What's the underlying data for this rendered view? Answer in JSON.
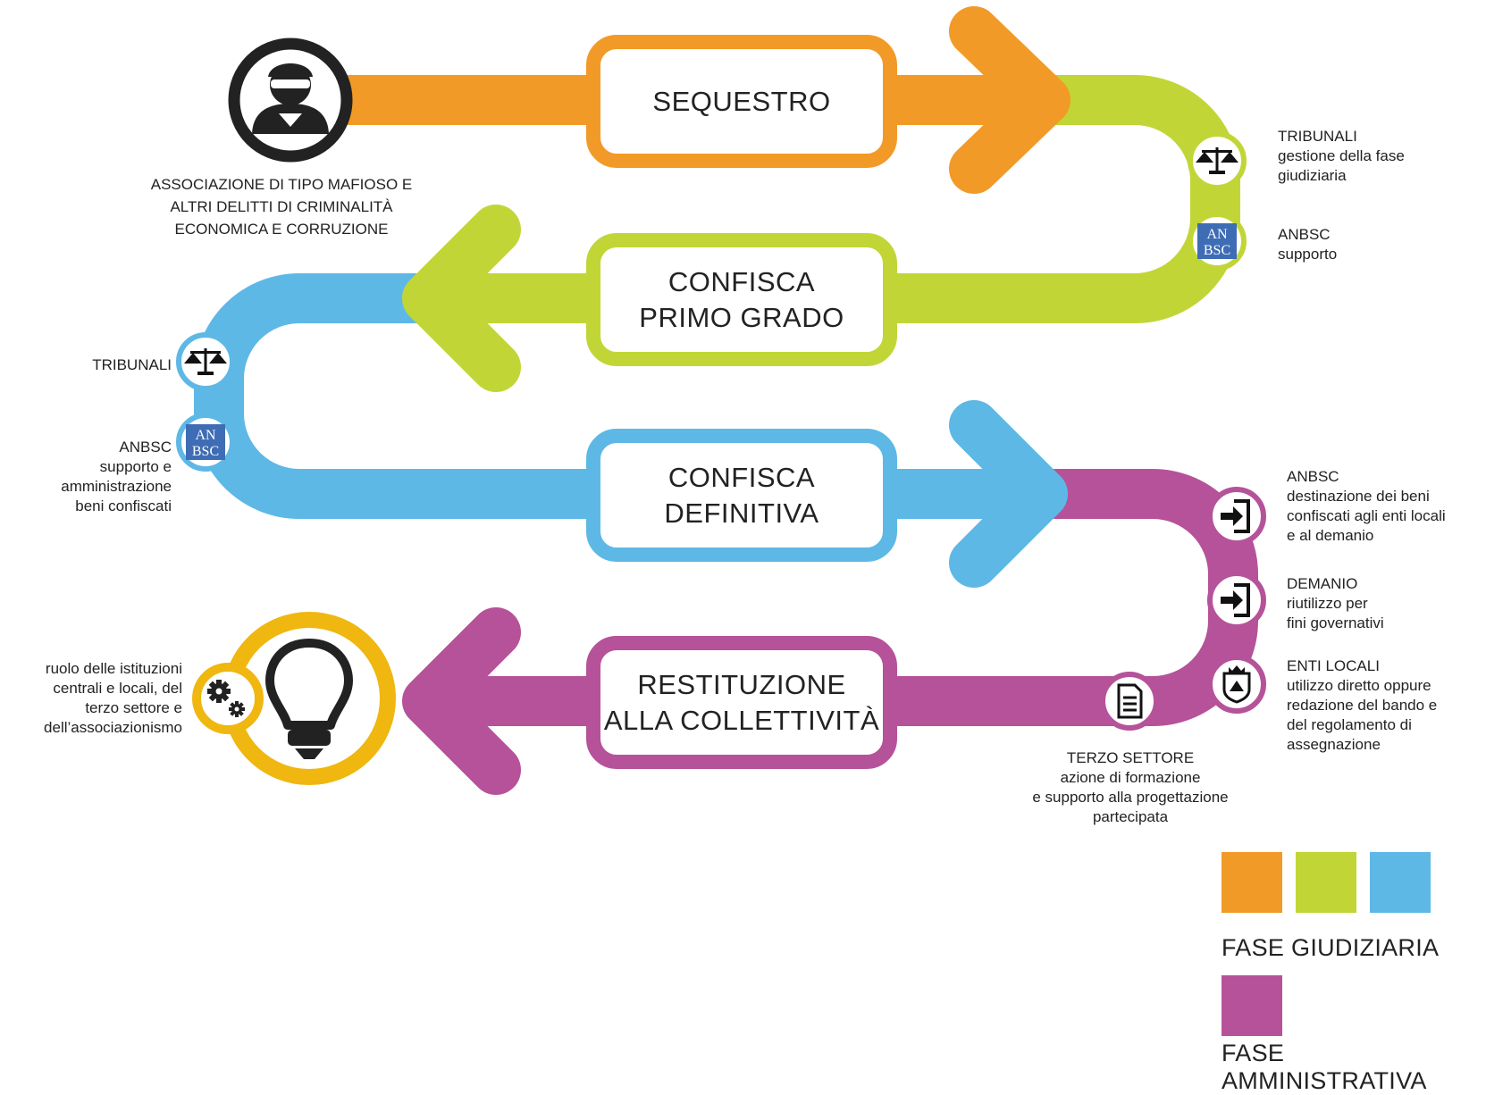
{
  "stages": {
    "sequestro": {
      "line1": "SEQUESTRO"
    },
    "confisca_primo_grado": {
      "line1": "CONFISCA",
      "line2": "PRIMO GRADO"
    },
    "confisca_definitiva": {
      "line1": "CONFISCA",
      "line2": "DEFINITIVA"
    },
    "restituzione": {
      "line1": "RESTITUZIONE",
      "line2": "ALLA COLLETTIVITÀ"
    }
  },
  "start": {
    "lines": [
      "ASSOCIAZIONE DI TIPO MAFIOSO E",
      "ALTRI DELITTI DI CRIMINALITÀ",
      "ECONOMICA E CORRUZIONE"
    ]
  },
  "actors": {
    "tribunali_1": {
      "title": "TRIBUNALI",
      "lines": [
        "gestione della fase",
        "giudiziaria"
      ]
    },
    "anbsc_1": {
      "title": "ANBSC",
      "lines": [
        "supporto"
      ]
    },
    "tribunali_2": {
      "title": "TRIBUNALI"
    },
    "anbsc_2": {
      "title": "ANBSC",
      "lines": [
        "supporto e",
        "amministrazione",
        "beni confiscati"
      ]
    },
    "anbsc_3": {
      "title": "ANBSC",
      "lines": [
        "destinazione dei beni",
        "confiscati agli enti locali",
        "e al demanio"
      ]
    },
    "demanio": {
      "title": "DEMANIO",
      "lines": [
        "riutilizzo per",
        "fini governativi"
      ]
    },
    "enti_locali": {
      "title": "ENTI LOCALI",
      "lines": [
        "utilizzo diretto oppure",
        "redazione del bando e",
        "del regolamento di",
        "assegnazione"
      ]
    },
    "terzo_settore": {
      "title": "TERZO SETTORE",
      "lines": [
        "azione di formazione",
        "e supporto alla progettazione",
        "partecipata"
      ]
    },
    "end": {
      "lines": [
        "ruolo delle istituzioni",
        "centrali e locali, del",
        "terzo settore e",
        "dell’associazionismo"
      ]
    }
  },
  "anbsc_logo": {
    "row1": "AN",
    "row2": "BSC"
  },
  "legend": {
    "giudiziaria_label": "FASE GIUDIZIARIA",
    "amministrativa_label": "FASE AMMINISTRATIVA"
  },
  "colors": {
    "orange": "#F29A27",
    "green": "#C1D636",
    "blue": "#5EB8E6",
    "purple": "#B5529A",
    "yellow": "#EFB70F",
    "dark": "#222222",
    "anbsc_blue": "#3E6DB5"
  },
  "icons": {
    "start": "criminal-icon",
    "courts": "scales-icon",
    "anbsc": "anbsc-logo-icon",
    "destination": "enter-icon",
    "municipality": "town-crest-icon",
    "third_sector": "document-icon",
    "gears": "gears-icon",
    "end": "lightbulb-icon"
  }
}
